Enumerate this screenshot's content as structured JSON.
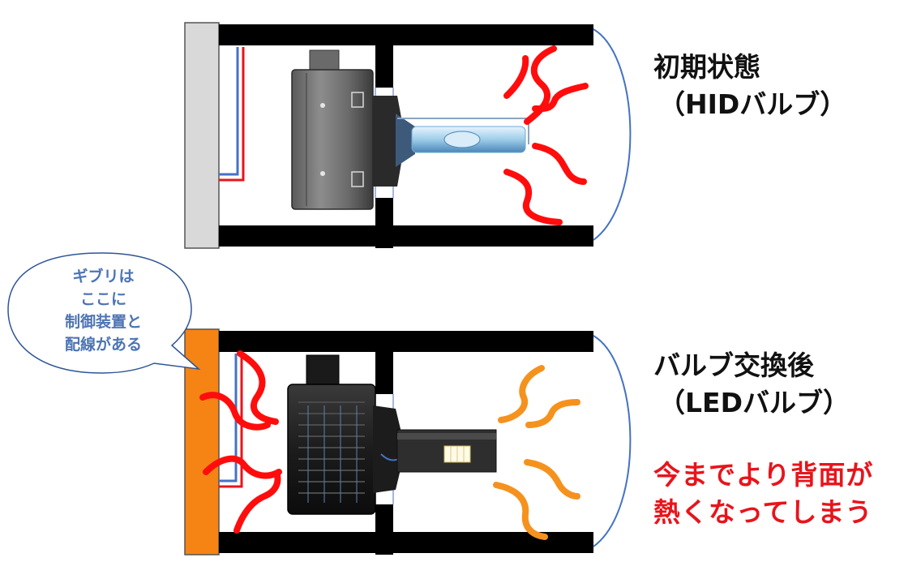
{
  "top": {
    "title_line1": "初期状態",
    "title_line2": "（HIDバルブ）"
  },
  "bottom": {
    "title_line1": "バルブ交換後",
    "title_line2": "（LEDバルブ）",
    "note_line1": "今までより背面が",
    "note_line2": "熱くなってしまう"
  },
  "bubble": {
    "line1": "ギブリは",
    "line2": "ここに",
    "line3": "制御装置と",
    "line4": "配線がある"
  },
  "colors": {
    "heat_hid": "#ff0d0d",
    "heat_led": "#f5921e",
    "backplate_hid": "#d9d9d9",
    "backplate_led": "#f58414",
    "wire_red": "#e8141b",
    "wire_blue": "#4472c4",
    "text_red": "#e8141b",
    "bubble_text": "#4d74b4"
  }
}
